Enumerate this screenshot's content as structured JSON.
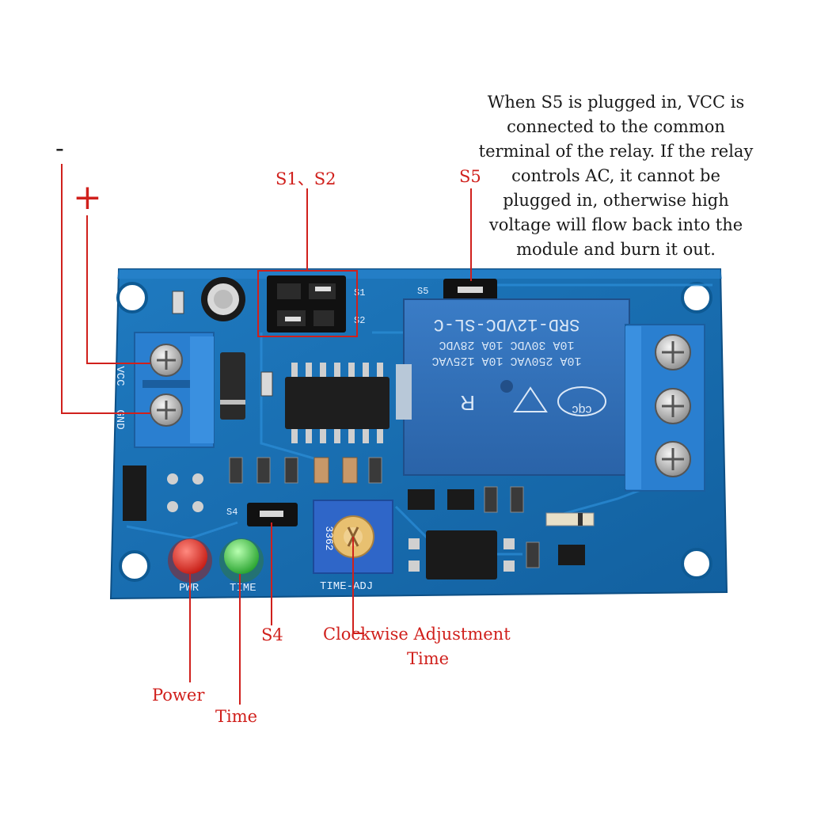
{
  "note": {
    "lines": [
      "When S5 is plugged in, VCC is",
      "connected to the common",
      "terminal of the relay. If the relay",
      "controls AC, it cannot be",
      "plugged in, otherwise high",
      "voltage will flow back into the",
      "module and burn it out."
    ]
  },
  "callouts": {
    "minus": "-",
    "plus": "+",
    "s1_s2": "S1、S2",
    "s5": "S5",
    "s4": "S4",
    "clockwise_line1": "Clockwise Adjustment",
    "clockwise_line2": "Time",
    "power": "Power",
    "time": "Time"
  },
  "board_silkscreen": {
    "vcc": "VCC",
    "gnd": "GND",
    "s1": "S1",
    "s2": "S2",
    "s5": "S5",
    "s4": "S4",
    "pwr": "PWR",
    "time": "TIME",
    "time_adj": "TIME-ADJ",
    "pot_code": "3362"
  },
  "relay_text": {
    "model": "SRD-12VDC-SL-C",
    "line1": "10A 250VAC 10A 125VAC",
    "line2": "10A 30VDC 10A 28VDC",
    "logo": "cqc"
  },
  "colors": {
    "callout_red": "#d0201c",
    "pcb_blue": "#1a6fae",
    "relay_blue": "#2f6fb8",
    "terminal_blue": "#2d7fd0"
  }
}
